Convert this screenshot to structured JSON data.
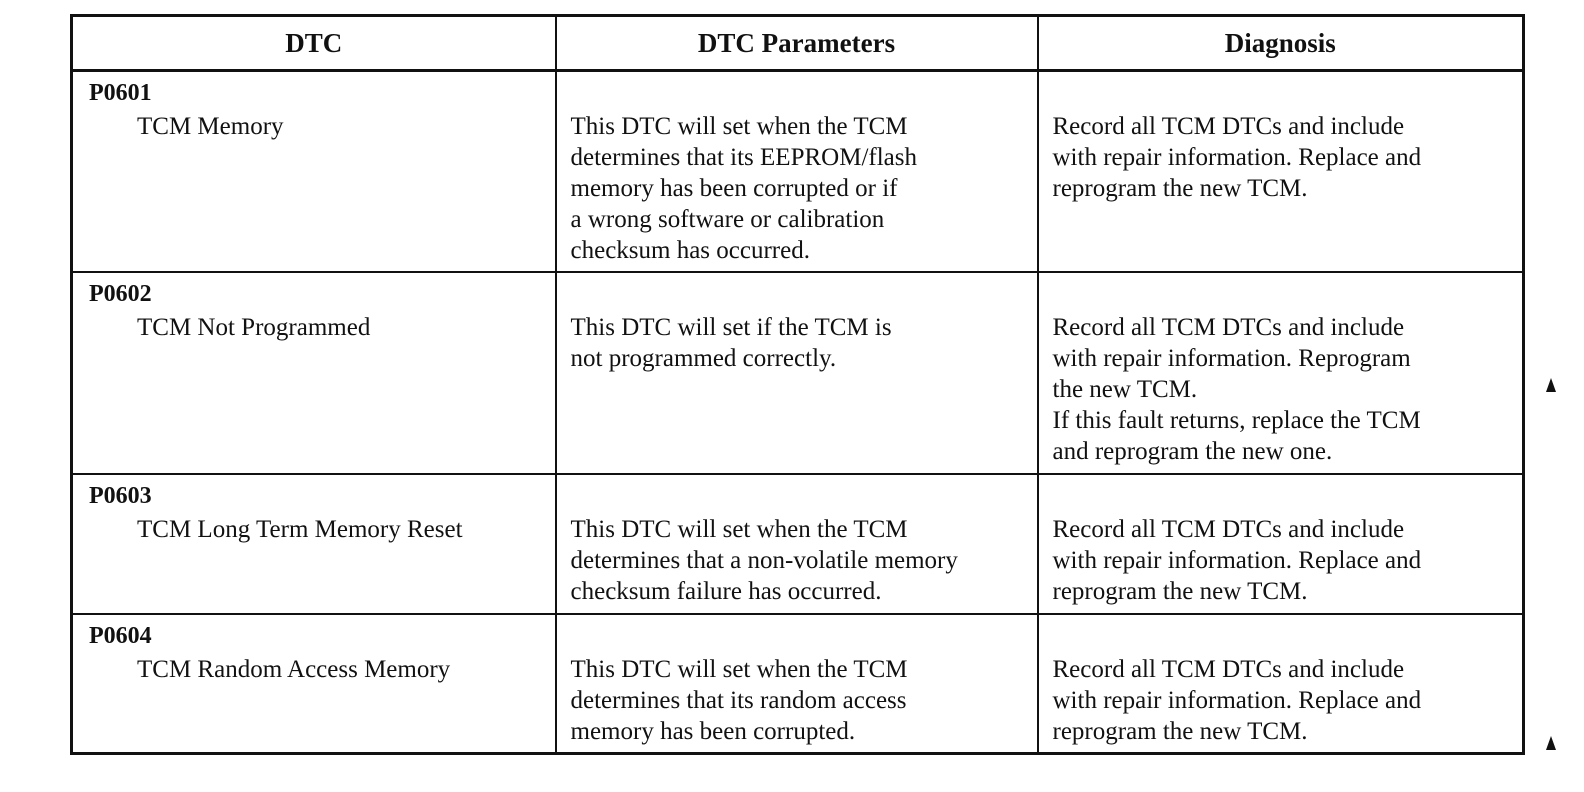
{
  "headers": {
    "dtc": "DTC",
    "params": "DTC Parameters",
    "diagnosis": "Diagnosis"
  },
  "rows": [
    {
      "code": "P0601",
      "name": "TCM Memory",
      "params": [
        "This DTC will set when the TCM",
        "determines that its EEPROM/flash",
        "memory has been corrupted or if",
        "a wrong software or calibration",
        "checksum has occurred."
      ],
      "diagnosis": [
        "Record all TCM DTCs and include",
        "with repair information. Replace and",
        "reprogram the new TCM."
      ]
    },
    {
      "code": "P0602",
      "name": "TCM Not Programmed",
      "params": [
        "This DTC will set if the TCM is",
        "not programmed correctly."
      ],
      "diagnosis": [
        "Record all TCM DTCs and include",
        "with repair information. Reprogram",
        "the new TCM.",
        "If this fault returns, replace the TCM",
        "and reprogram the new one."
      ]
    },
    {
      "code": "P0603",
      "name": "TCM Long Term Memory Reset",
      "params": [
        "This DTC will set when the TCM",
        "determines that a non-volatile memory",
        "checksum failure has occurred."
      ],
      "diagnosis": [
        "Record all TCM DTCs and include",
        "with repair information. Replace and",
        "reprogram the new TCM."
      ]
    },
    {
      "code": "P0604",
      "name": "TCM Random Access Memory",
      "params": [
        "This DTC will set when the TCM",
        "determines that its random access",
        "memory has been corrupted."
      ],
      "diagnosis": [
        "Record all TCM DTCs and include",
        "with repair information. Replace and",
        "reprogram the new TCM."
      ]
    }
  ]
}
